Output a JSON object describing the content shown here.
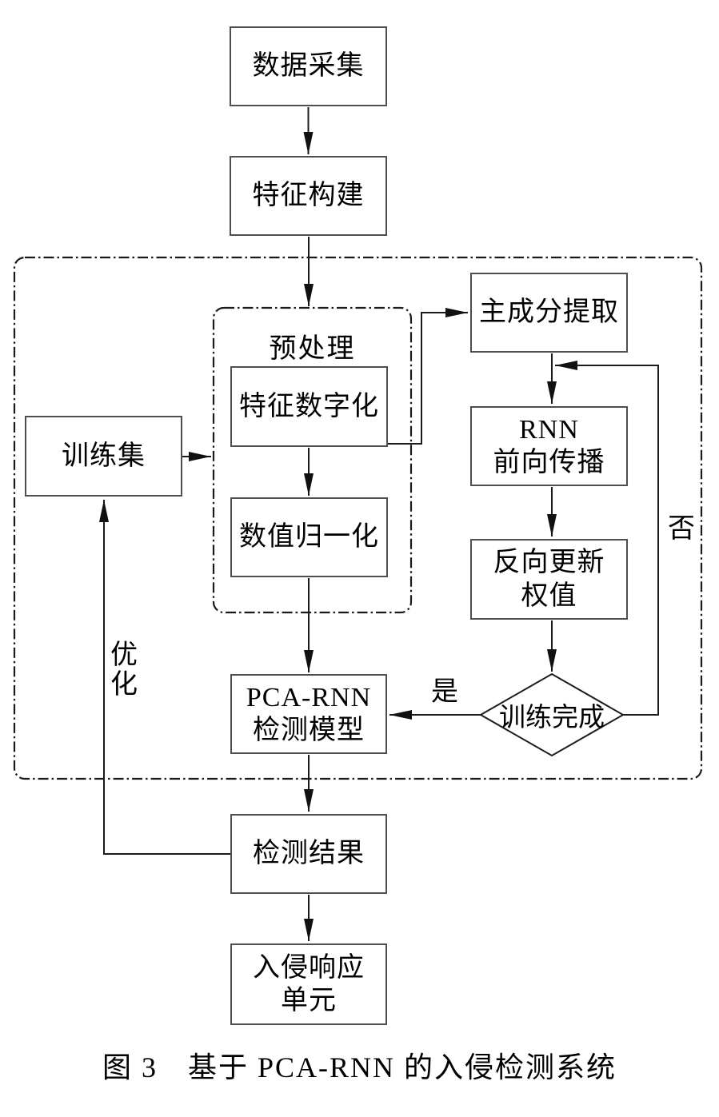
{
  "figure": {
    "caption": "图 3　基于 PCA-RNN 的入侵检测系统"
  },
  "nodes": {
    "data_collection": "数据采集",
    "feature_construction": "特征构建",
    "preprocessing_title": "预处理",
    "feature_digitization": "特征数字化",
    "numeric_normalization": "数值归一化",
    "training_set": "训练集",
    "pca_extraction": "主成分提取",
    "rnn_forward": "RNN\n前向传播",
    "backward_update": "反向更新\n权值",
    "training_complete": "训练完成",
    "pca_rnn_model": "PCA-RNN\n检测模型",
    "detection_result": "检测结果",
    "intrusion_response": "入侵响应\n单元"
  },
  "edge_labels": {
    "yes": "是",
    "no": "否",
    "optimize": "优\n化"
  },
  "colors": {
    "background": "#ffffff",
    "line": "#1c1c1c",
    "box_border": "#4f4f4f",
    "text": "#000000"
  }
}
